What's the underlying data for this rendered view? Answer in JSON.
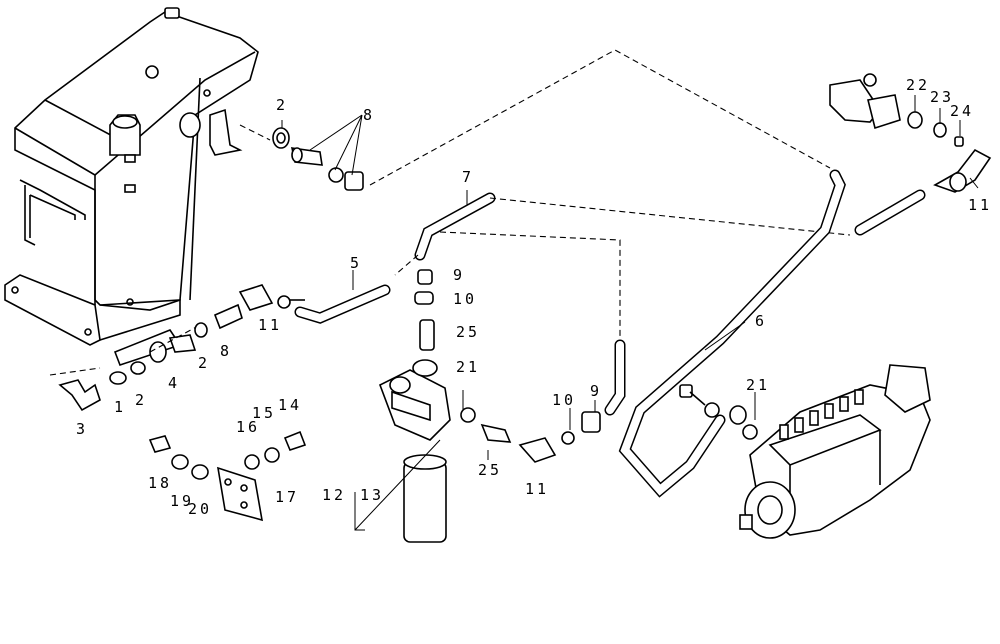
{
  "diagram": {
    "callouts": {
      "c1": "1",
      "c2a": "2",
      "c2b": "2",
      "c2c": "2",
      "c3": "3",
      "c4": "4",
      "c5": "5",
      "c6": "6",
      "c7": "7",
      "c8a": "8",
      "c8b": "8",
      "c9a": "9",
      "c9b": "9",
      "c10a": "10",
      "c10b": "10",
      "c11a": "11",
      "c11b": "11",
      "c11c": "11",
      "c12": "12",
      "c13": "13",
      "c14": "14",
      "c15": "15",
      "c16": "16",
      "c17": "17",
      "c18": "18",
      "c19": "19",
      "c20": "20",
      "c21a": "21",
      "c21b": "21",
      "c22": "22",
      "c23": "23",
      "c24": "24",
      "c25a": "25",
      "c25b": "25"
    }
  }
}
